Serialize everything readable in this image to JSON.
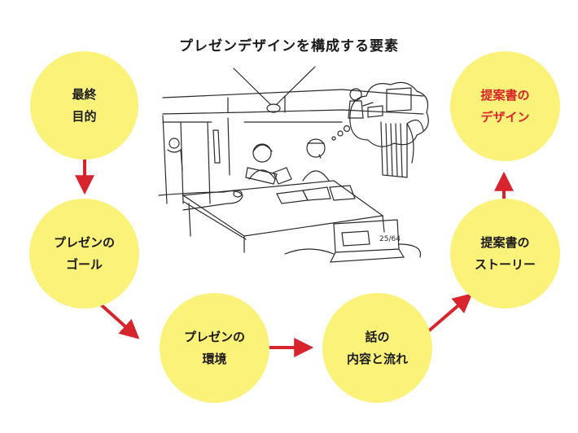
{
  "title": "プレゼンデザインを構成する要素",
  "nodes": {
    "final_goal": "最終\n目的",
    "presentation_goal": "プレゼンの\nゴール",
    "presentation_environment": "プレゼンの\n環境",
    "content_flow": "話の\n内容と流れ",
    "proposal_story": "提案書の\nストーリー",
    "proposal_design": "提案書の\nデザイン"
  },
  "illustration": {
    "slide_number": "25/64"
  },
  "colors": {
    "node_fill": "#fbf27a",
    "arrow": "#d8242c",
    "highlight_text": "#d8242c",
    "text": "#1a1a1a"
  }
}
